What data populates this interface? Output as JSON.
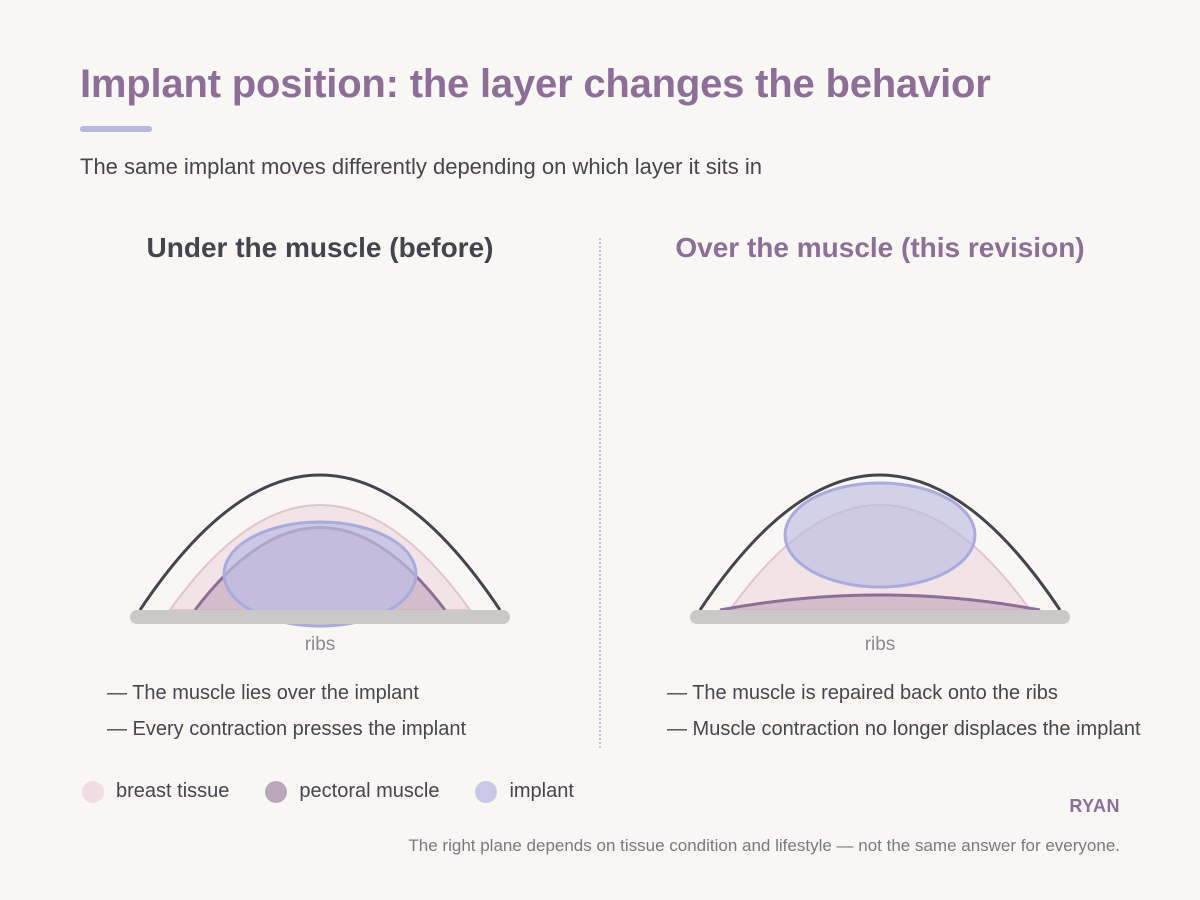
{
  "header": {
    "title": "Implant position: the layer changes the behavior",
    "subtitle": "The same implant moves differently depending on which layer it sits in"
  },
  "panels": [
    {
      "title": "Under the muscle (before)",
      "ribs_label": "ribs",
      "bullets": [
        "— The muscle lies over the implant",
        "— Every contraction presses the implant"
      ]
    },
    {
      "title": "Over the muscle (this revision)",
      "ribs_label": "ribs",
      "bullets": [
        "— The muscle is repaired back onto the ribs",
        "— Muscle contraction no longer displaces the implant"
      ]
    }
  ],
  "legend": [
    {
      "label": "breast tissue",
      "color": "#f0dde3"
    },
    {
      "label": "pectoral muscle",
      "color": "#bba6bc"
    },
    {
      "label": "implant",
      "color": "#c9c8e8"
    }
  ],
  "colors": {
    "accent": "#8e6e98",
    "outline": "#45434d",
    "ribs": "#cbc8c8",
    "breast_fill": "#f1e0e5",
    "breast_stroke": "#e0c3cd",
    "muscle_fill": "#c8b0c4",
    "muscle_stroke": "#8e6e98",
    "implant_fill": "#bcbde0",
    "implant_stroke": "#a9abdc"
  },
  "brand": "RYAN",
  "footnote": "The right plane depends on tissue condition and lifestyle — not the same answer for everyone."
}
